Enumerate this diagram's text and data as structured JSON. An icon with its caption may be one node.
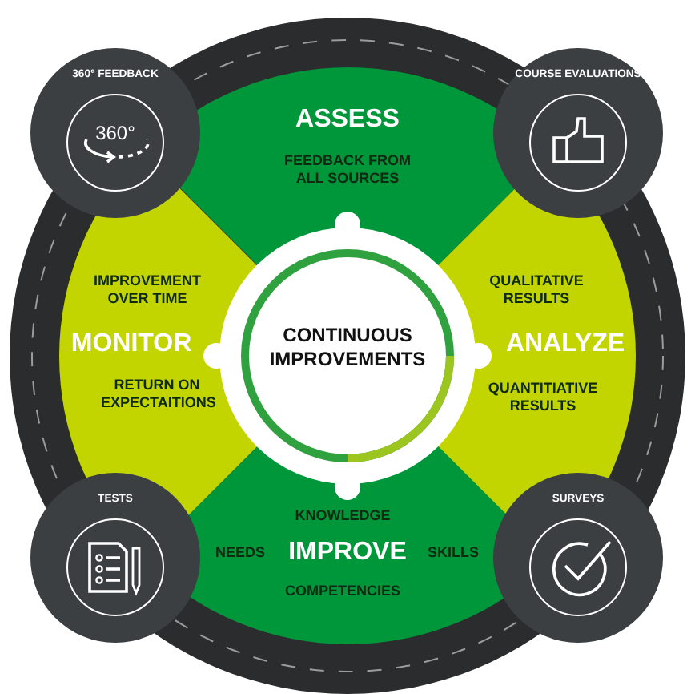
{
  "diagram": {
    "nodes": [
      {
        "text": [
          "360° FEEDBACK"
        ]
      },
      {
        "text": [
          "ASSESS",
          "FEEDBACK FROM ALL SOURCES"
        ]
      },
      {
        "text": [
          "COURSE EVALUATIONS"
        ]
      },
      {
        "text": [
          "IMPROVEMENT OVER TIME",
          "MONITOR",
          "RETURN ON EXPECTAITIONS"
        ]
      },
      {
        "text": [
          "CONTINUOUS IMPROVEMENTS"
        ]
      },
      {
        "text": [
          "QUALITATIVE RESULTS",
          "ANALYZE",
          "QUANTITIATIVE RESULTS"
        ]
      },
      {
        "text": [
          "TESTS"
        ]
      },
      {
        "text": [
          "KNOWLEDGE",
          "NEEDS",
          "IMPROVE",
          "SKILLS",
          "COMPETENCIES"
        ]
      },
      {
        "text": [
          "SURVEYS"
        ]
      }
    ],
    "labels": [
      "360°"
    ]
  }
}
